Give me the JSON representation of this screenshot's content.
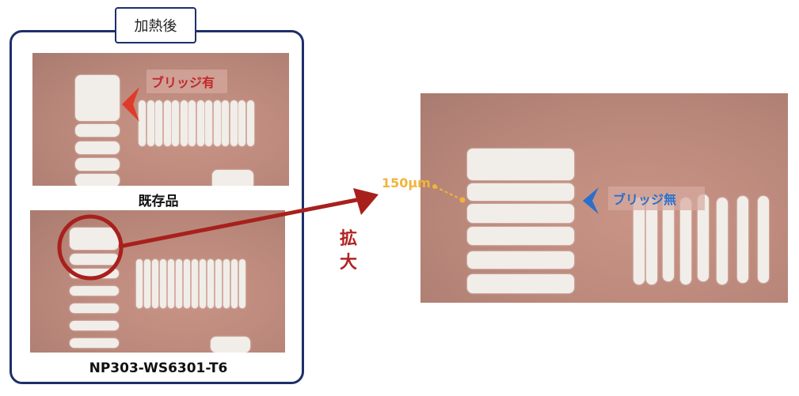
{
  "frame": {
    "label": "加熱後"
  },
  "photos": {
    "existing": {
      "caption": "既存品",
      "annotation": "ブリッジ有"
    },
    "new": {
      "caption": "NP303-WS6301-T6"
    },
    "zoomed": {
      "annotation": "ブリッジ無",
      "dimension": "150μm"
    }
  },
  "zoom_label": "拡大",
  "colors": {
    "frame": "#1e2f6b",
    "bridge_yes": "#c0282a",
    "bridge_no": "#2a6fc9",
    "dimension": "#f0b43a",
    "arrow": "#b02020"
  }
}
